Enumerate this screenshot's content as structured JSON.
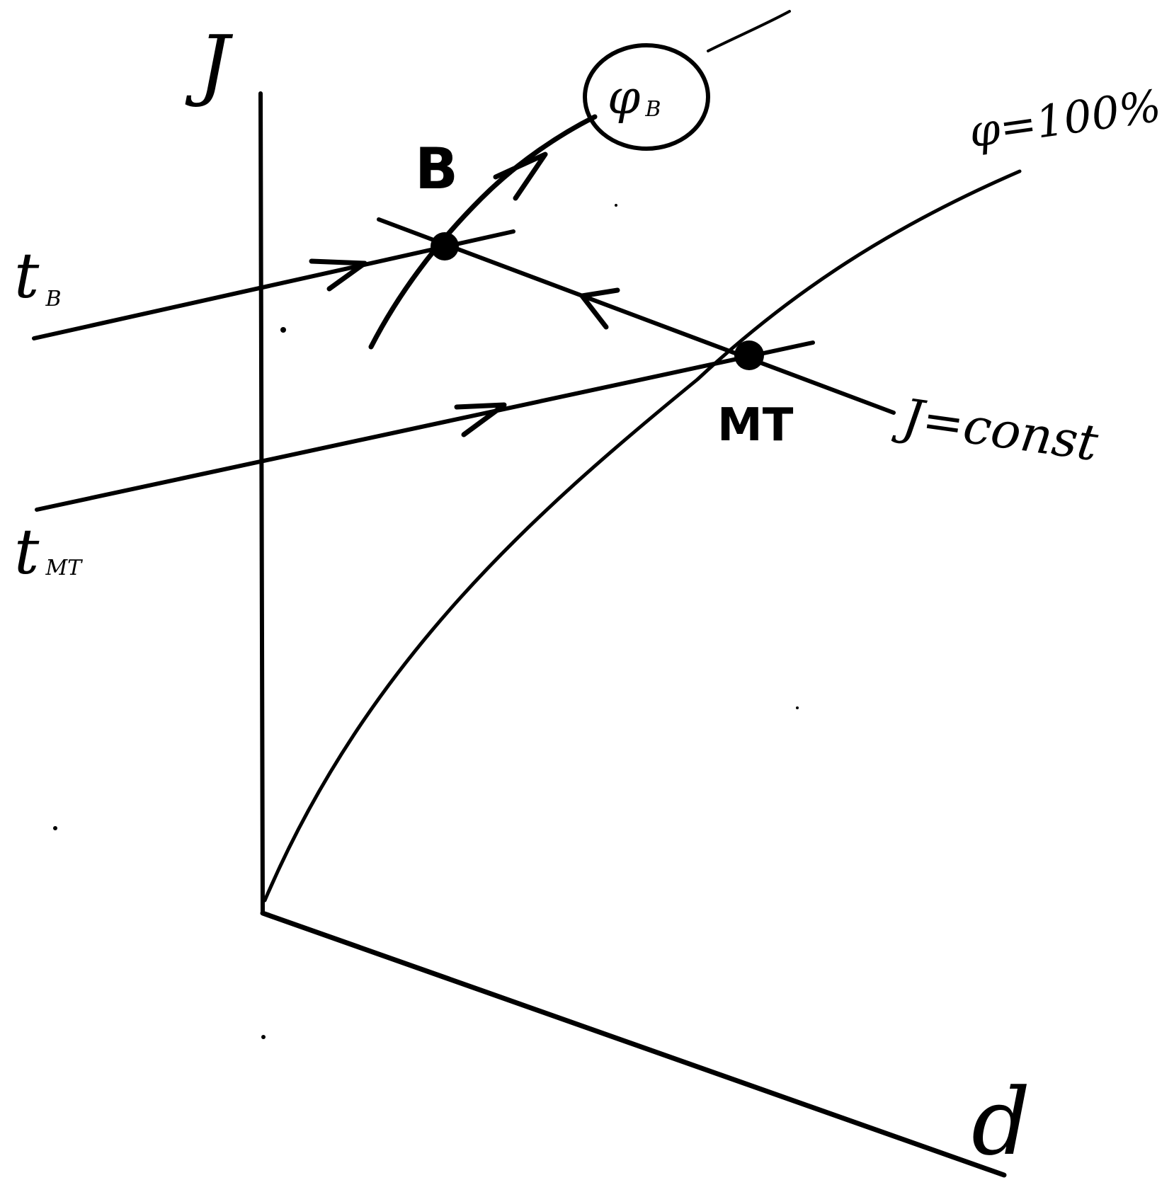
{
  "diagram": {
    "axis_vertical_label": "J",
    "axis_horizontal_label": "d",
    "point_b_label": "B",
    "point_mt_label": "MT",
    "isotherm_b_main": "t",
    "isotherm_b_sub": "B",
    "isotherm_mt_main": "t",
    "isotherm_mt_sub": "MT",
    "saturation_curve_label": "φ=100%",
    "enthalpy_line_label": "J=const",
    "humidity_b_main": "φ",
    "humidity_b_sub": "B",
    "colors": {
      "ink": "#000000",
      "background": "#ffffff"
    }
  }
}
